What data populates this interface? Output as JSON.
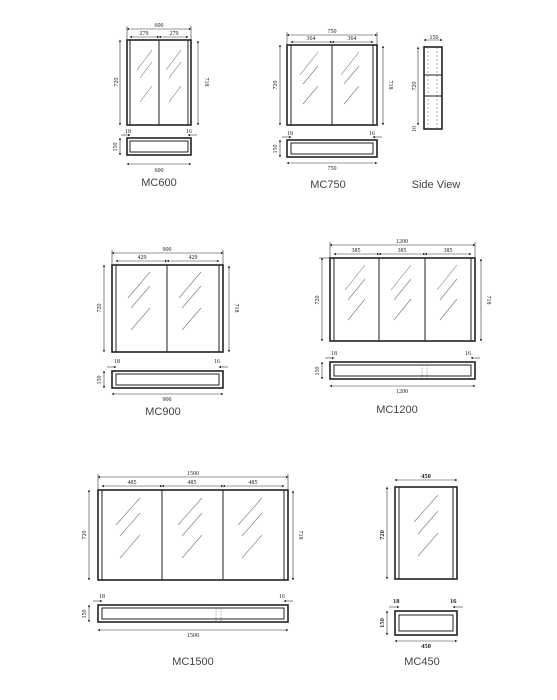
{
  "cabinets": {
    "mc600": {
      "label": "MC600",
      "width": "600",
      "left_door": "279",
      "right_door": "279",
      "height": "720",
      "side_height": "718",
      "side_left": "18",
      "side_right": "16",
      "depth": "150",
      "base_width": "600"
    },
    "mc750": {
      "label": "MC750",
      "width": "750",
      "left_door": "364",
      "right_door": "364",
      "height": "720",
      "side_height": "718",
      "side_left": "18",
      "side_right": "16",
      "depth": "150",
      "base_width": "750"
    },
    "side": {
      "label": "Side View",
      "depth": "150",
      "height": "720",
      "bottom": "10"
    },
    "mc900": {
      "label": "MC900",
      "width": "900",
      "left_door": "429",
      "right_door": "429",
      "height": "720",
      "side_height": "718",
      "side_left": "18",
      "side_right": "16",
      "depth": "150",
      "base_width": "900"
    },
    "mc1200": {
      "label": "MC1200",
      "width": "1200",
      "door1": "385",
      "door2": "385",
      "door3": "385",
      "height": "720",
      "side_height": "718",
      "side_left": "18",
      "side_right": "16",
      "depth": "150",
      "base_width": "1200"
    },
    "mc1500": {
      "label": "MC1500",
      "width": "1500",
      "door1": "485",
      "door2": "485",
      "door3": "485",
      "height": "720",
      "side_height": "718",
      "side_left": "18",
      "side_right": "16",
      "depth": "150",
      "base_width": "1500"
    },
    "mc450": {
      "label": "MC450",
      "width": "450",
      "height": "720",
      "side_left": "18",
      "side_right": "16",
      "depth": "150",
      "base_width": "450"
    }
  }
}
